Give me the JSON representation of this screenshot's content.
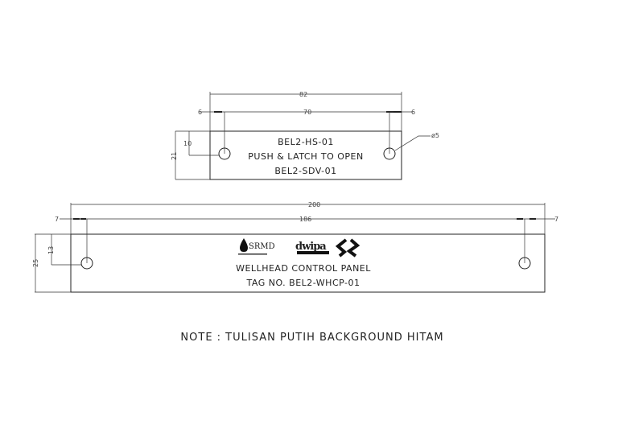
{
  "plate_small": {
    "dims": {
      "width": "82",
      "hole_spacing": "70",
      "edge_left": "6",
      "edge_right": "6",
      "height": "21",
      "hole_height": "10",
      "hole_dia": "ø5"
    },
    "lines": [
      "BEL2-HS-01",
      "PUSH & LATCH TO OPEN",
      "BEL2-SDV-01"
    ]
  },
  "plate_large": {
    "dims": {
      "width": "200",
      "hole_spacing": "186",
      "edge_left": "7",
      "edge_right": "7",
      "height": "25",
      "hole_height": "13"
    },
    "logos": {
      "srmd": "SRMD",
      "dwipa": "dwipa"
    },
    "lines": [
      "WELLHEAD CONTROL PANEL",
      "TAG NO. BEL2-WHCP-01"
    ]
  },
  "note": "NOTE : TULISAN PUTIH BACKGROUND HITAM"
}
